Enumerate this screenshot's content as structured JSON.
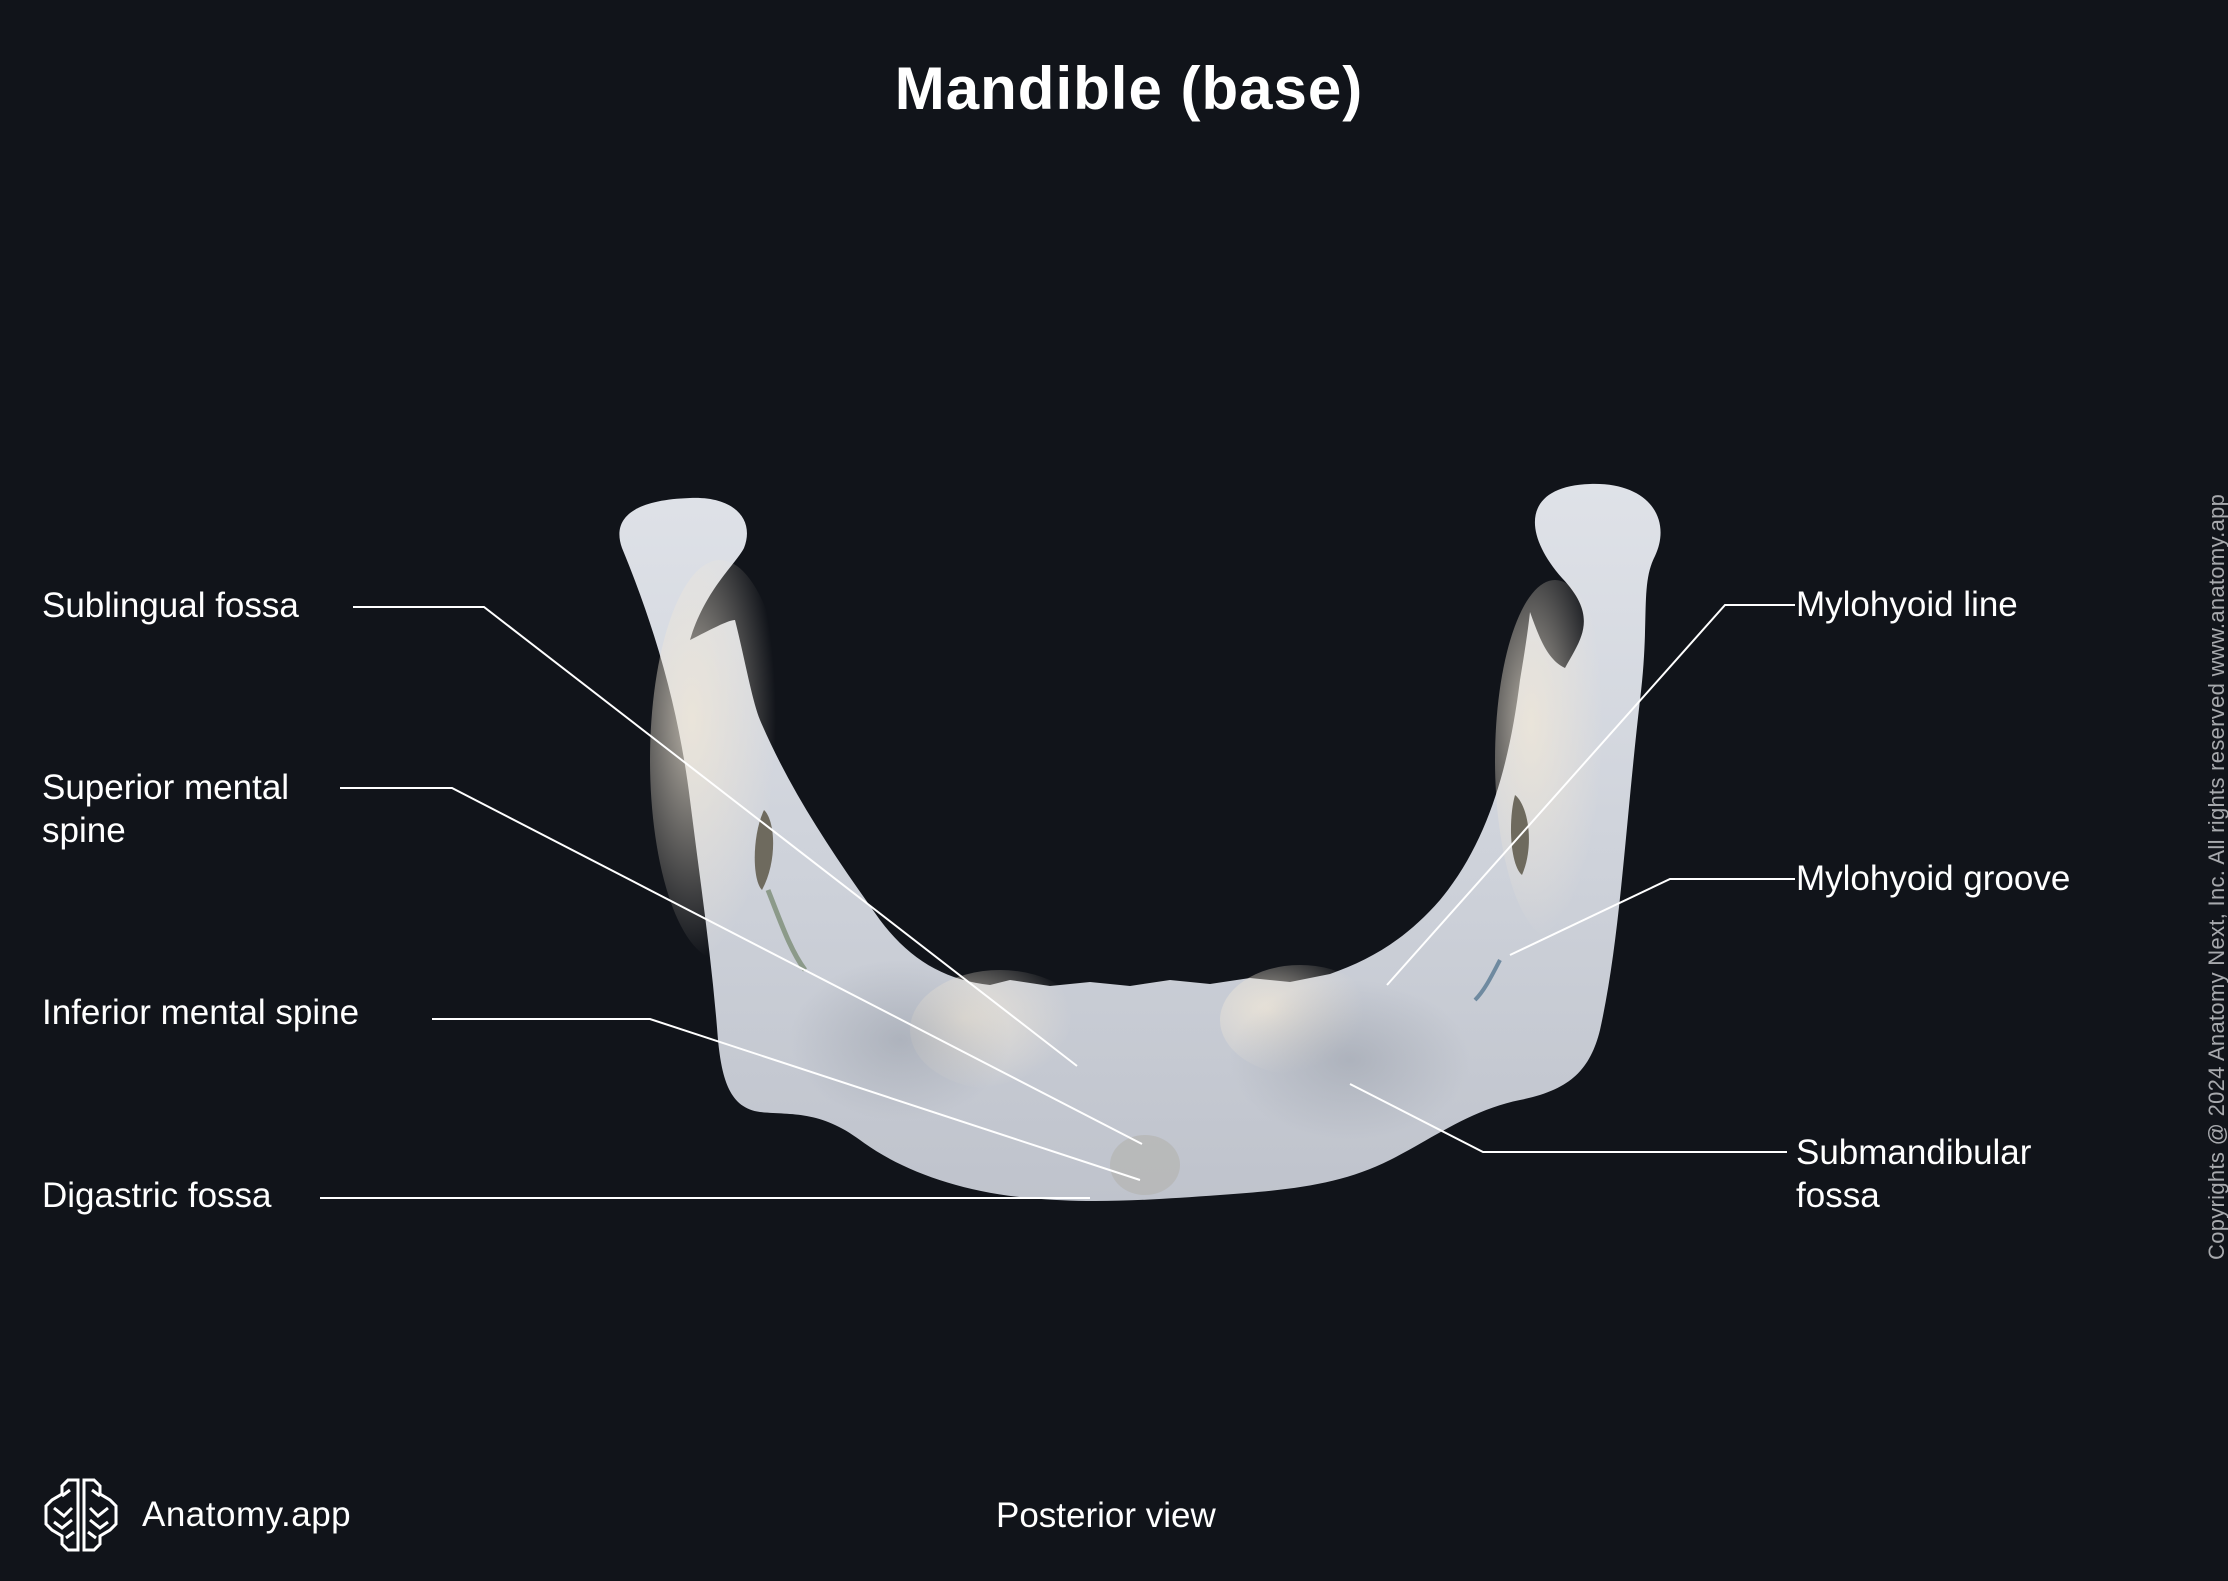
{
  "title": "Mandible (base)",
  "view": "Posterior view",
  "brand": {
    "name": "Anatomy.app",
    "logo_icon": "brain-icon"
  },
  "copyright": "Copyrights @ 2024 Anatomy Next, Inc. All rights reserved www.anatomy.app",
  "colors": {
    "background": "#11141a",
    "text": "#ffffff",
    "leader_line": "#ffffff",
    "bone": "#c9cdd6",
    "bone_highlight": "#e8e4dc",
    "copyright_text": "#a7a9ad"
  },
  "labels": {
    "left": [
      {
        "id": "sublingual-fossa",
        "lines": [
          "Sublingual fossa"
        ]
      },
      {
        "id": "superior-mental-spine",
        "lines": [
          "Superior mental",
          "spine"
        ]
      },
      {
        "id": "inferior-mental-spine",
        "lines": [
          "Inferior mental spine"
        ]
      },
      {
        "id": "digastric-fossa",
        "lines": [
          "Digastric fossa"
        ]
      }
    ],
    "right": [
      {
        "id": "mylohyoid-line",
        "lines": [
          "Mylohyoid line"
        ]
      },
      {
        "id": "mylohyoid-groove",
        "lines": [
          "Mylohyoid groove"
        ]
      },
      {
        "id": "submandibular-fossa",
        "lines": [
          "Submandibular",
          "fossa"
        ]
      }
    ]
  }
}
